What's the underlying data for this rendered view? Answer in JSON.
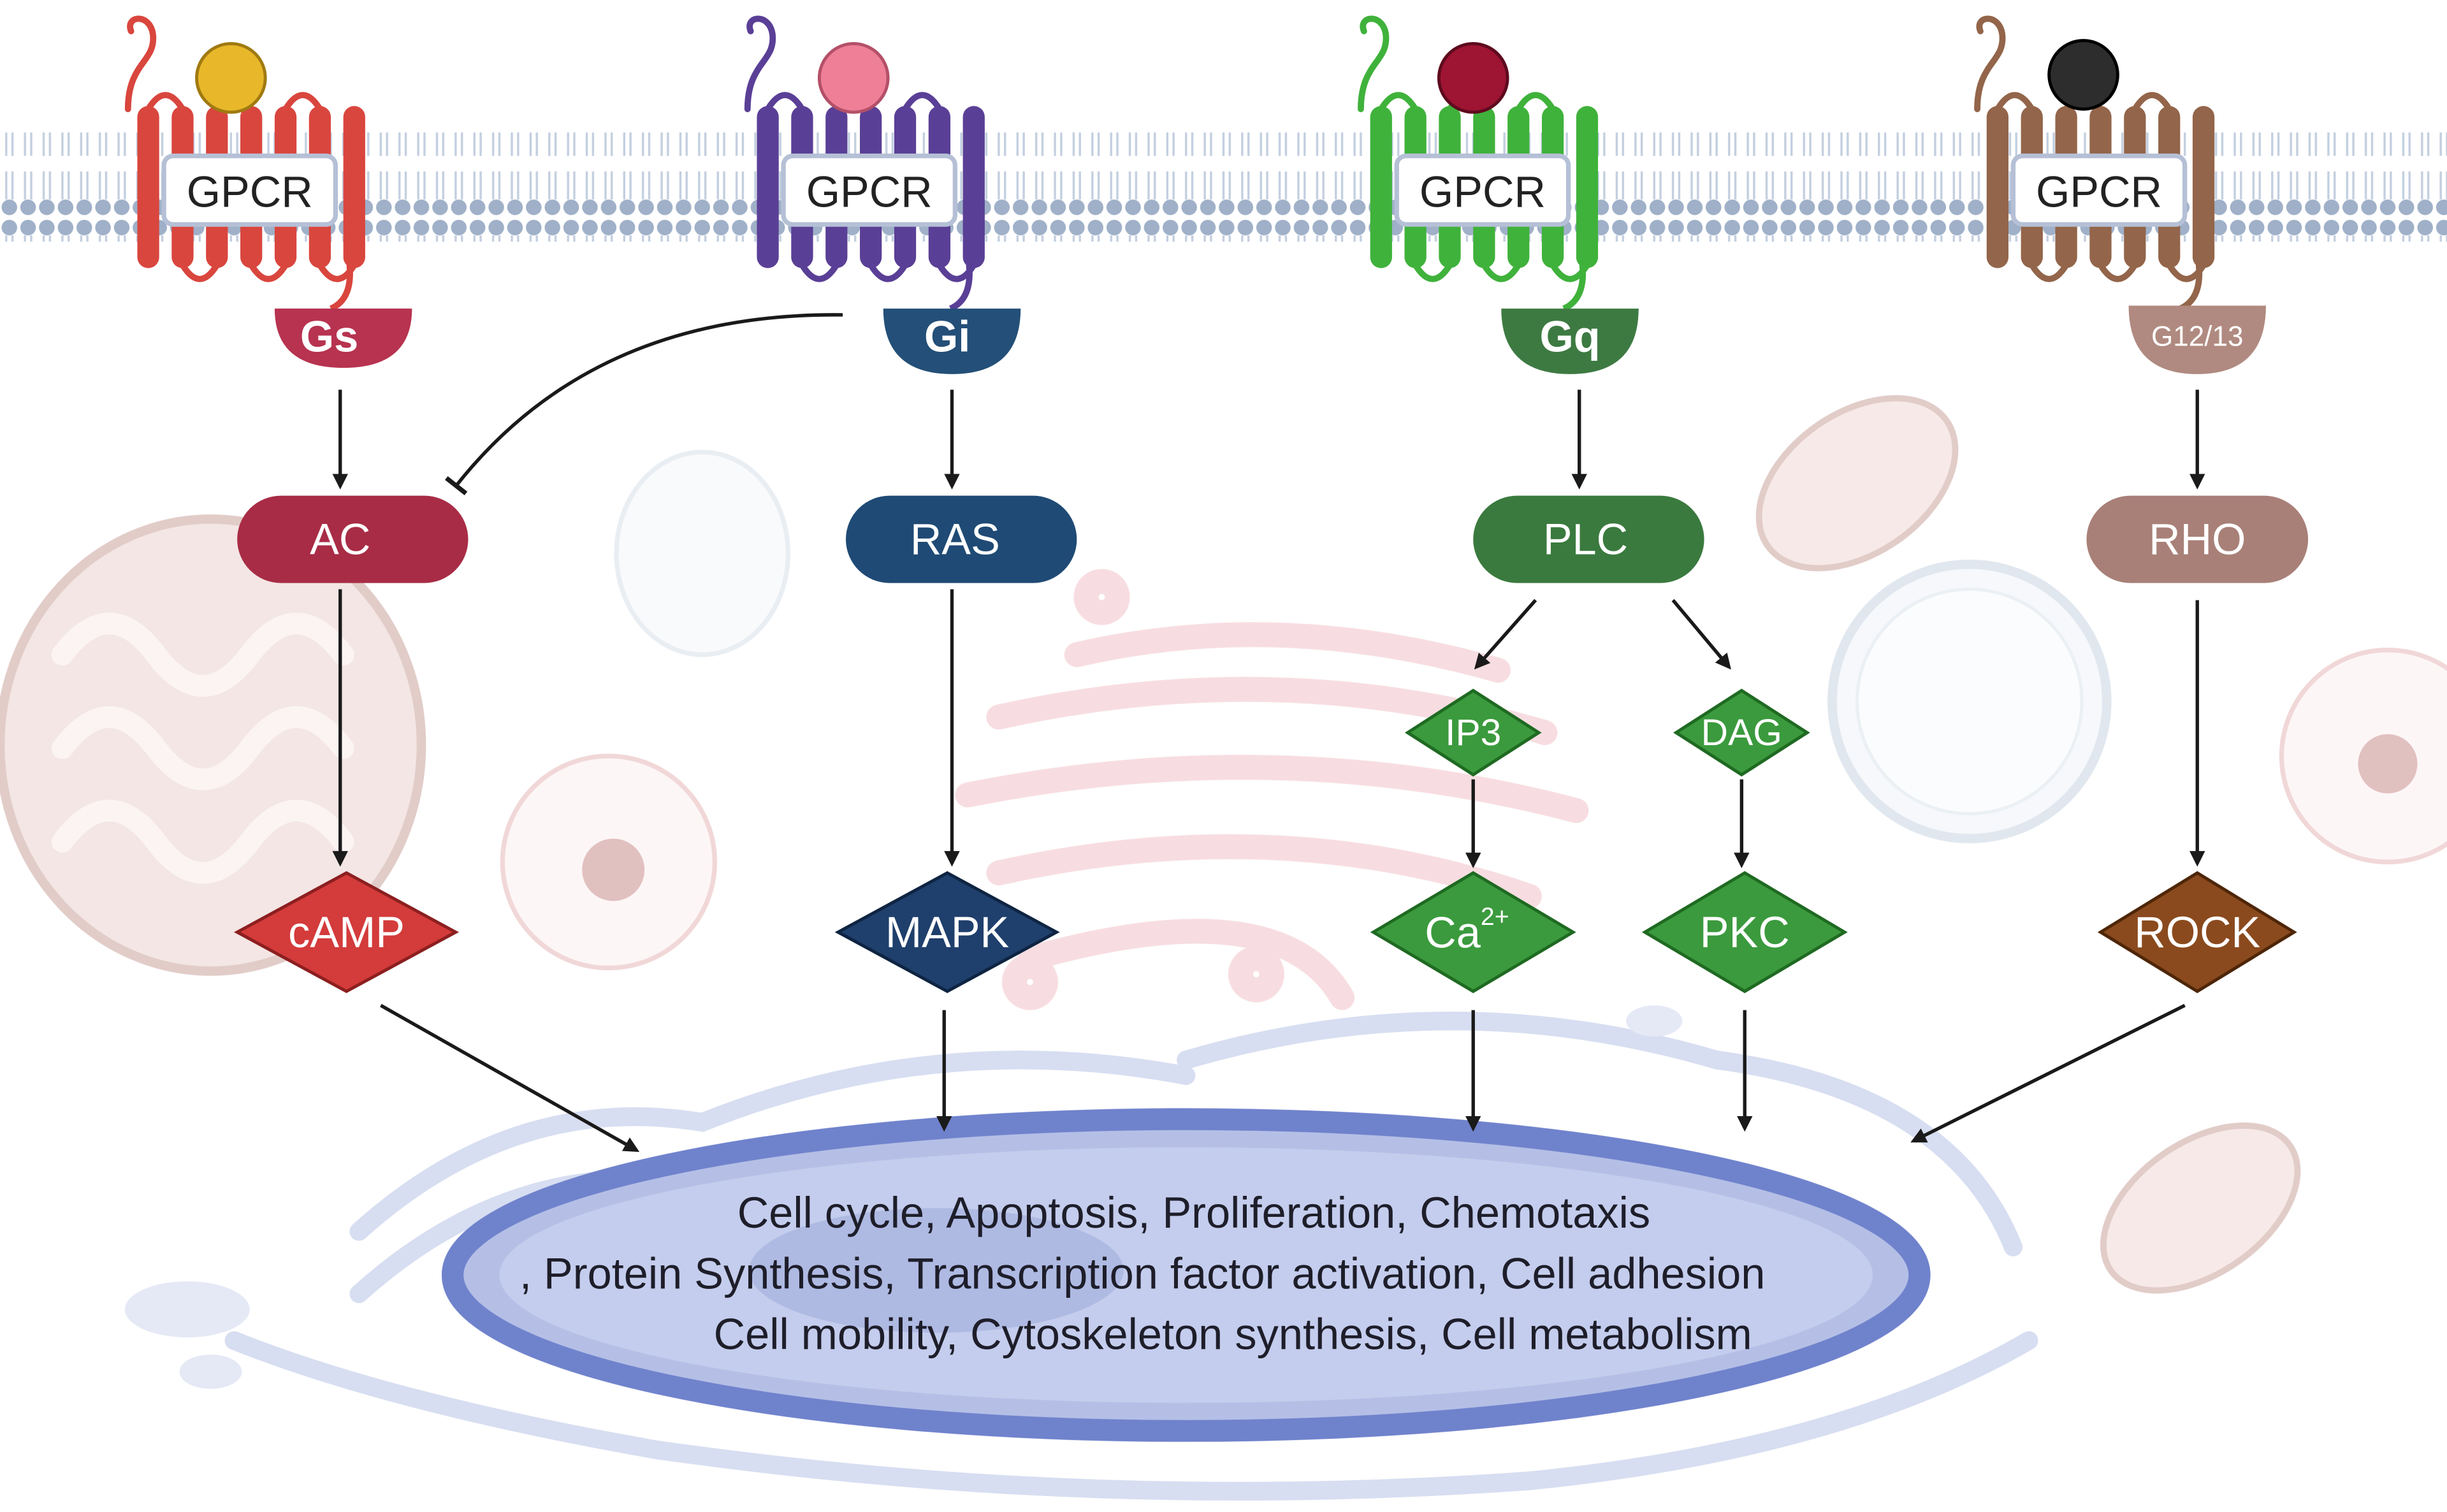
{
  "receptor_label": "GPCR",
  "pathways": [
    {
      "ligand_color": "#e8b82a",
      "receptor_color": "#d9463e",
      "g_protein": "Gs",
      "g_color": "#b73350",
      "step1": "AC",
      "step1_color": "#a82c45",
      "messenger": "cAMP",
      "messenger_color": "#d43b3b"
    },
    {
      "ligand_color": "#ee7f97",
      "receptor_color": "#5a3f96",
      "g_protein": "Gi",
      "g_color": "#234f78",
      "step1": "RAS",
      "step1_color": "#1f4a75",
      "messenger": "MAPK",
      "messenger_color": "#1f3f6c"
    },
    {
      "ligand_color": "#9e1433",
      "receptor_color": "#3fb23b",
      "g_protein": "Gq",
      "g_color": "#3d7a42",
      "step1": "PLC",
      "step1_color": "#3a7a3e",
      "messenger_a": "IP3",
      "messenger_b": "DAG",
      "effector_a": "Ca",
      "effector_a_sup": "2+",
      "effector_b": "PKC",
      "messenger_color": "#3b9a3d"
    },
    {
      "ligand_color": "#2d2d2d",
      "receptor_color": "#93654a",
      "g_protein": "G12/13",
      "g_color": "#b08a80",
      "step1": "RHO",
      "step1_color": "#a88078",
      "messenger": "ROCK",
      "messenger_color": "#8a4a1e"
    }
  ],
  "outcomes": [
    "Cell cycle, Apoptosis, Proliferation, Chemotaxis",
    ", Protein Synthesis, Transcription factor activation, Cell adhesion",
    "Cell mobility, Cytoskeleton synthesis, Cell metabolism"
  ]
}
